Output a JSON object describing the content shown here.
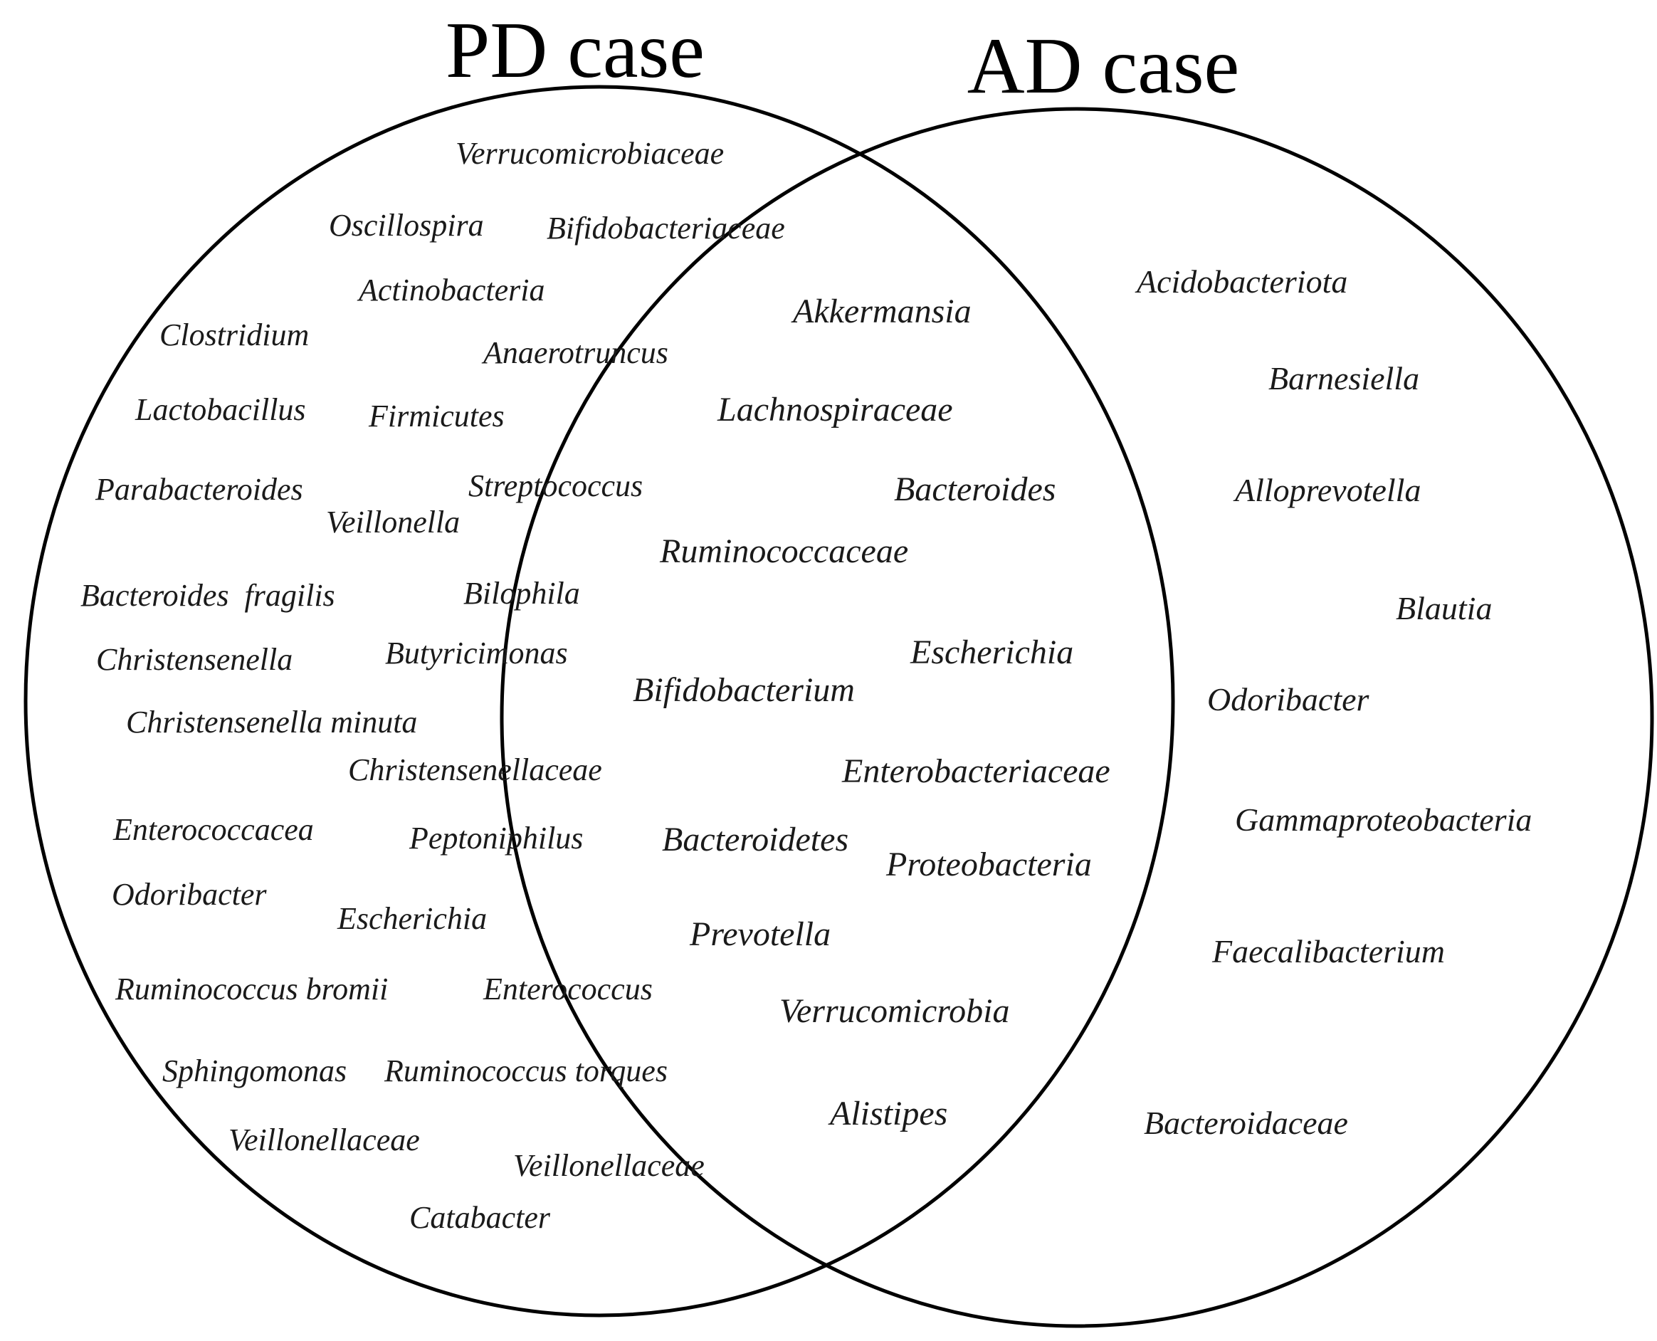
{
  "sets": {
    "left": {
      "title": "PD case"
    },
    "right": {
      "title": "AD case"
    }
  },
  "left_only": [
    "Verrucomicrobiaceae",
    "Oscillospira",
    "Bifidobacteriaceae",
    "Actinobacteria",
    "Clostridium",
    "Anaerotruncus",
    "Lactobacillus",
    "Firmicutes",
    "Parabacteroides",
    "Streptococcus",
    "Veillonella",
    "Bacteroides  fragilis",
    "Bilophila",
    "Christensenella",
    "Butyricimonas",
    "Christensenella minuta",
    "Christensenellaceae",
    "Enterococcacea",
    "Peptoniphilus",
    "Odoribacter",
    "Escherichia",
    "Ruminococcus bromii",
    "Enterococcus",
    "Sphingomonas",
    "Ruminococcus torques",
    "Veillonellaceae",
    "Veillonellaceae",
    "Catabacter"
  ],
  "intersection": [
    "Akkermansia",
    "Lachnospiraceae",
    "Bacteroides",
    "Ruminococcaceae",
    "Escherichia",
    "Bifidobacterium",
    "Enterobacteriaceae",
    "Bacteroidetes",
    "Proteobacteria",
    "Prevotella",
    "Verrucomicrobia",
    "Alistipes"
  ],
  "right_only": [
    "Acidobacteriota",
    "Barnesiella",
    "Alloprevotella",
    "Blautia",
    "Odoribacter",
    "Gammaproteobacteria",
    "Faecalibacterium",
    "Bacteroidaceae"
  ]
}
